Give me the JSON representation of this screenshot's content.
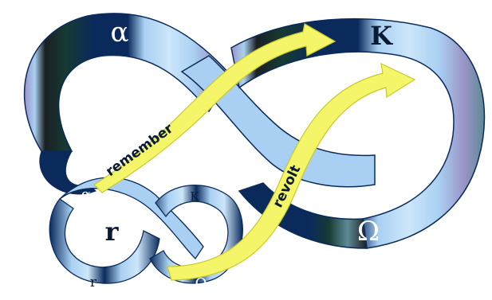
{
  "figure": {
    "large_loop_labels": {
      "alpha": "α",
      "kappa": "K",
      "omega": "Ω"
    },
    "small_loop_labels": {
      "alpha": "α",
      "kappa": "K",
      "r_big": "r",
      "r_small": "r",
      "omega": "Ω"
    },
    "arrow_labels": {
      "remember": "remember",
      "revolt": "revolt"
    }
  },
  "colors": {
    "navy": "#0a2a5c",
    "dark_green": "#163a34",
    "near_black": "#1b1f22",
    "light_blue": "#a9d0f2",
    "pale_blue": "#cde6fa",
    "lavender": "#9a93c6",
    "teal_gray": "#5d8a94",
    "arrow_yellow": "#f5f56a",
    "arrow_stroke": "#c9c92a"
  }
}
